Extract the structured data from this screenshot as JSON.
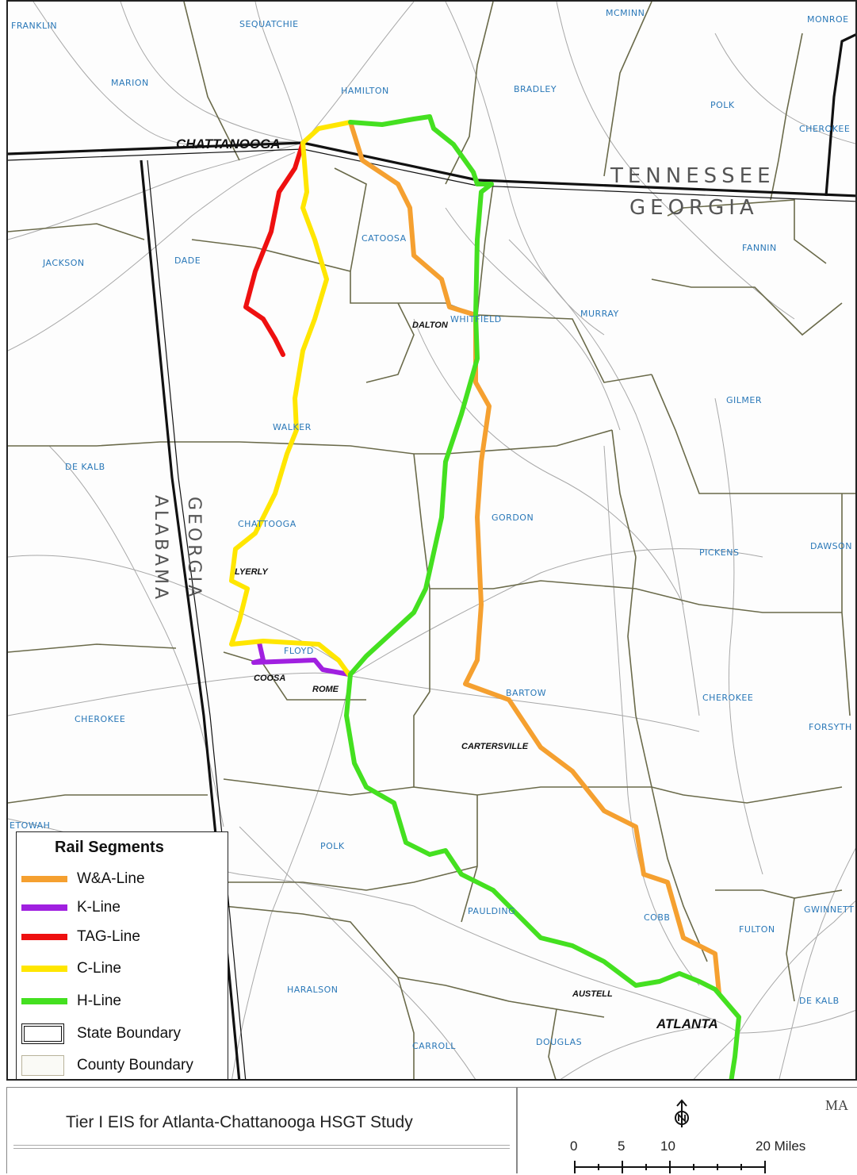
{
  "map": {
    "state_labels": {
      "tennessee": "TENNESSEE",
      "georgia_east": "GEORGIA",
      "georgia_vertical": "GEORGIA",
      "alabama_vertical": "ALABAMA"
    },
    "counties": {
      "franklin": "FRANKLIN",
      "sequatchie": "SEQUATCHIE",
      "mcminn": "MCMINN",
      "monroe": "MONROE",
      "marion": "MARION",
      "hamilton": "HAMILTON",
      "bradley": "BRADLEY",
      "polk_tn": "POLK",
      "cherokee_nc": "CHEROKEE",
      "jackson": "JACKSON",
      "dade": "DADE",
      "catoosa": "CATOOSA",
      "fannin": "FANNIN",
      "whitfield": "WHITFIELD",
      "murray": "MURRAY",
      "gilmer": "GILMER",
      "walker": "WALKER",
      "dekalb_al": "DE KALB",
      "chattooga": "CHATTOOGA",
      "gordon": "GORDON",
      "pickens": "PICKENS",
      "dawson": "DAWSON",
      "floyd": "FLOYD",
      "bartow": "BARTOW",
      "cherokee_ga": "CHEROKEE",
      "forsyth": "FORSYTH",
      "cherokee_al": "CHEROKEE",
      "etowah": "ETOWAH",
      "polk_ga": "POLK",
      "paulding": "PAULDING",
      "cobb": "COBB",
      "fulton": "FULTON",
      "gwinnett": "GWINNETT",
      "haralson": "HARALSON",
      "dekalb_ga": "DE KALB",
      "carroll": "CARROLL",
      "douglas": "DOUGLAS"
    },
    "cities": {
      "chattanooga": "CHATTANOOGA",
      "dalton": "DALTON",
      "lyerly": "LYERLY",
      "coosa": "COOSA",
      "rome": "ROME",
      "cartersville": "CARTERSVILLE",
      "austell": "AUSTELL",
      "atlanta": "ATLANTA"
    },
    "colors": {
      "wa_line": "#f5a030",
      "k_line": "#a020e0",
      "tag_line": "#ee1010",
      "c_line": "#ffe600",
      "h_line": "#44e020",
      "county_boundary": "#6a6a4a",
      "state_boundary": "#111111",
      "road": "#9a9a9a",
      "label": "#2a78b8"
    }
  },
  "legend": {
    "title": "Rail Segments",
    "items": [
      {
        "label": "W&A-Line",
        "color": "#f5a030",
        "kind": "line"
      },
      {
        "label": "K-Line",
        "color": "#a020e0",
        "kind": "line"
      },
      {
        "label": "TAG-Line",
        "color": "#ee1010",
        "kind": "line"
      },
      {
        "label": "C-Line",
        "color": "#ffe600",
        "kind": "line"
      },
      {
        "label": "H-Line",
        "color": "#44e020",
        "kind": "line"
      },
      {
        "label": "State Boundary",
        "kind": "state"
      },
      {
        "label": "County Boundary",
        "kind": "county"
      }
    ]
  },
  "title_block": {
    "title": "Tier I EIS for Atlanta-Chattanooga HSGT Study"
  },
  "scale": {
    "mark": "MA",
    "ticks": [
      "0",
      "5",
      "10",
      "20 Miles"
    ],
    "north_icon": "north-arrow-icon"
  }
}
